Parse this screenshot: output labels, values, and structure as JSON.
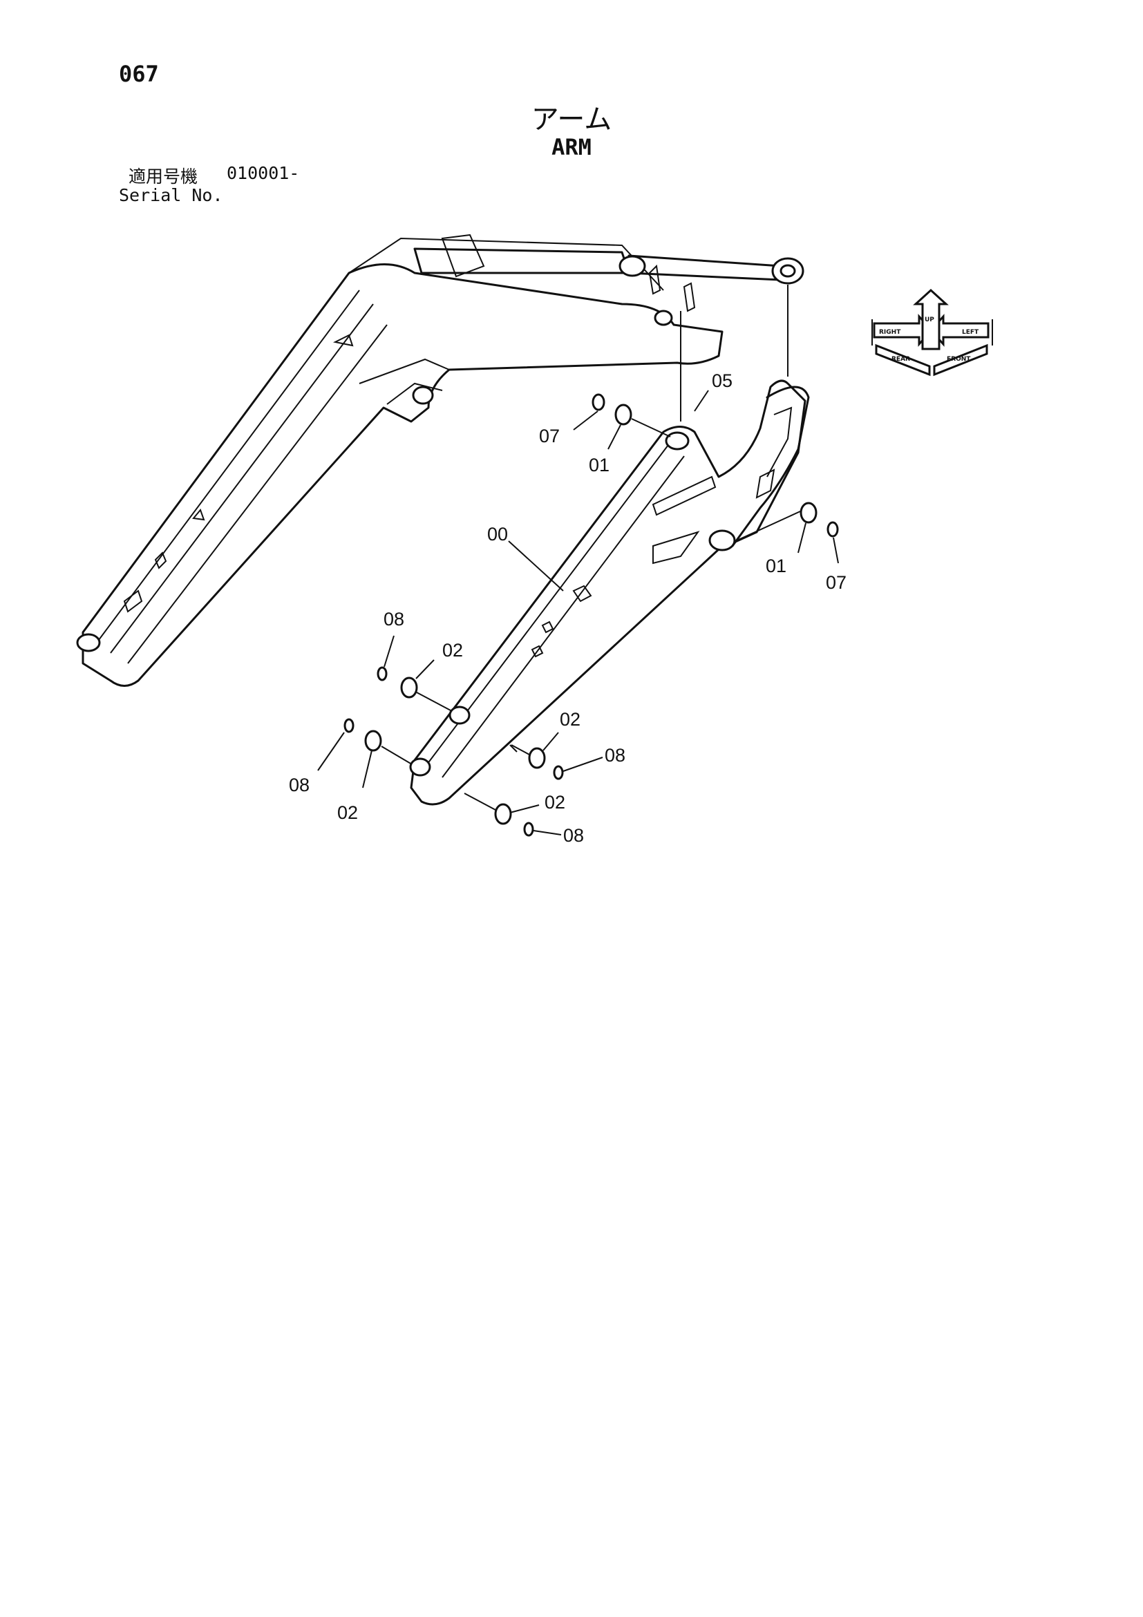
{
  "header": {
    "page_number": "067",
    "title_jp": "アーム",
    "title_en": "ARM",
    "serial_label_jp": "適用号機",
    "serial_value": "010001-",
    "serial_label_en": "Serial No."
  },
  "orientation_icon": {
    "icon": "direction-arrows-icon",
    "labels": [
      "RIGHT",
      "LEFT",
      "FRONT",
      "REAR",
      "UP"
    ]
  },
  "callouts": {
    "c05": "05",
    "c07a": "07",
    "c01a": "01",
    "c00": "00",
    "c01b": "01",
    "c07b": "07",
    "c08a": "08",
    "c02a": "02",
    "c02b": "02",
    "c08b": "08",
    "c08c": "08",
    "c02c": "02",
    "c02d": "02",
    "c08d": "08"
  }
}
